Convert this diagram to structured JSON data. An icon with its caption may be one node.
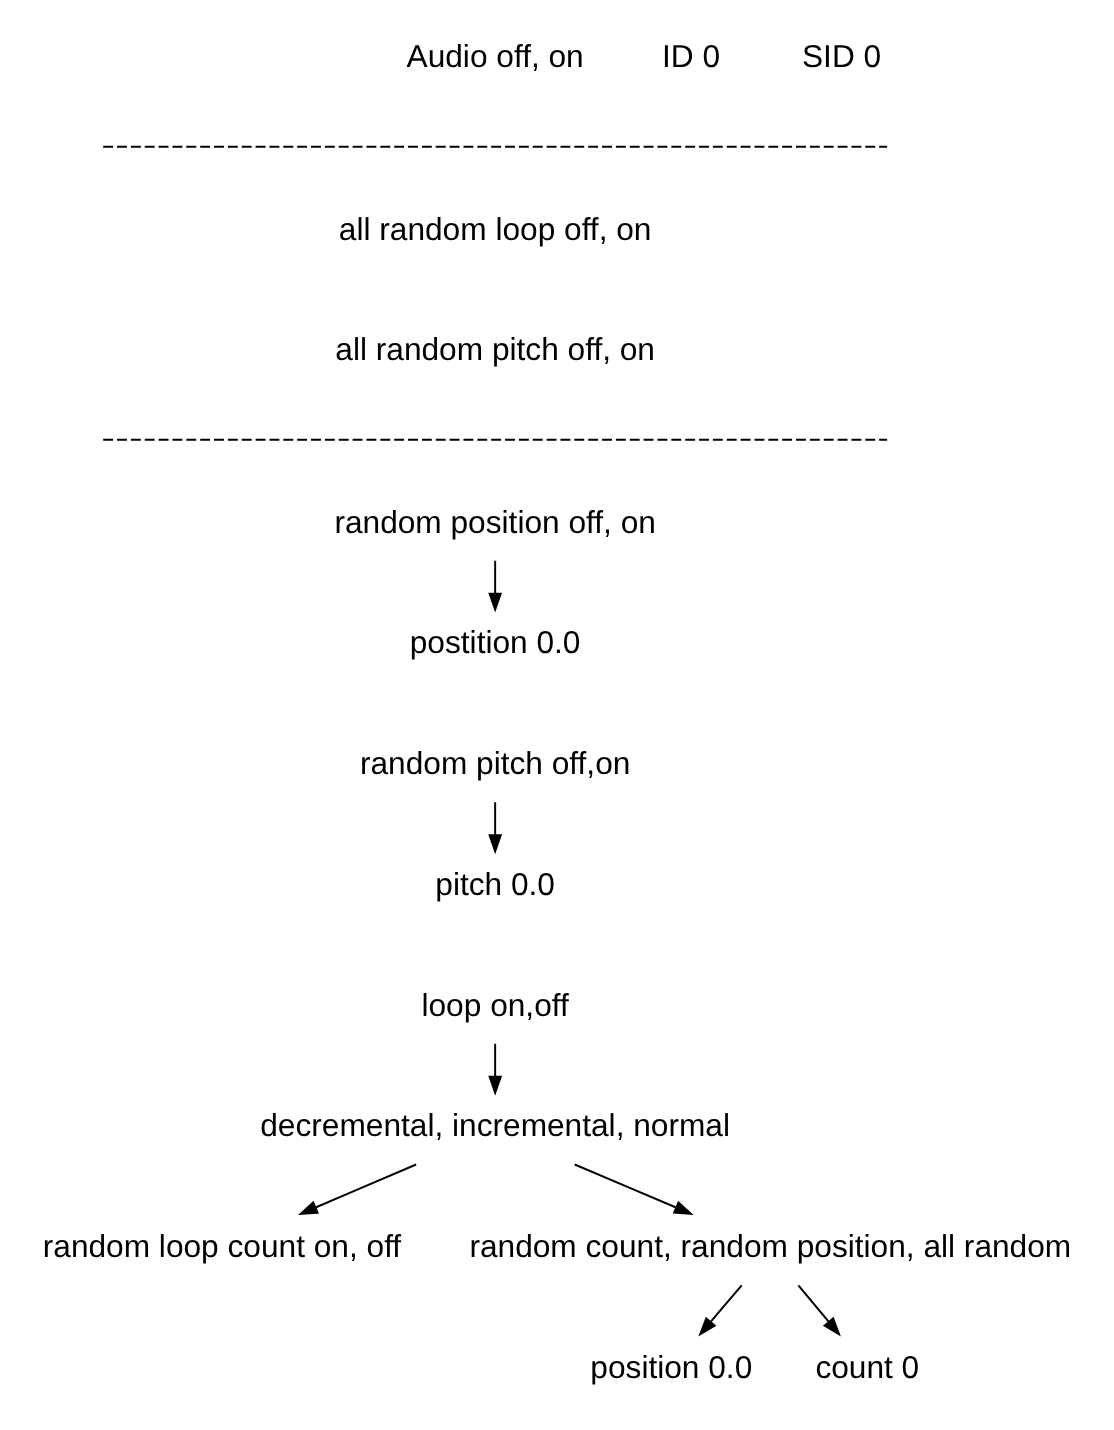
{
  "diagram": {
    "nodes": [
      {
        "text": [
          "random position off, on"
        ]
      },
      {
        "text": [
          "postition 0.0"
        ]
      },
      {
        "text": [
          "random pitch off,on"
        ]
      },
      {
        "text": [
          "pitch 0.0"
        ]
      },
      {
        "text": [
          "loop on,off"
        ]
      },
      {
        "text": [
          "decremental, incremental, normal"
        ]
      },
      {
        "text": [
          "random loop count on, off"
        ]
      },
      {
        "text": [
          "random count, random position, all random"
        ]
      },
      {
        "text": [
          "position 0.0"
        ]
      },
      {
        "text": [
          "count 0"
        ]
      }
    ],
    "edges": [
      {
        "from": 0,
        "to": 1,
        "arrow": "to"
      },
      {
        "from": 2,
        "to": 3,
        "arrow": "to"
      },
      {
        "from": 4,
        "to": 5,
        "arrow": "to"
      },
      {
        "from": 5,
        "to": 6,
        "arrow": "to"
      },
      {
        "from": 5,
        "to": 7,
        "arrow": "to"
      },
      {
        "from": 7,
        "to": 8,
        "arrow": "to"
      },
      {
        "from": 7,
        "to": 9,
        "arrow": "to"
      }
    ],
    "labels": [
      "Audio off, on",
      "ID 0",
      "SID 0",
      "all random loop off, on",
      "all random pitch off, on"
    ]
  }
}
